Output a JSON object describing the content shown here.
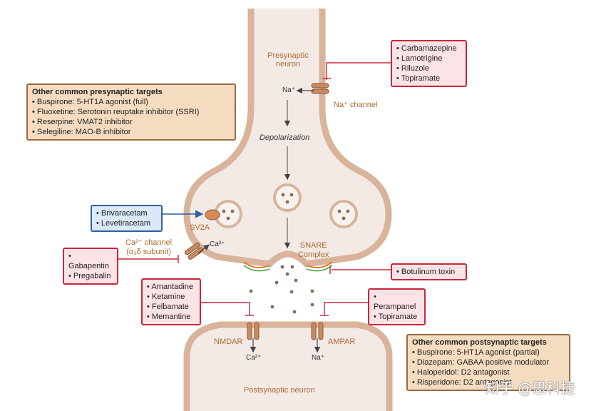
{
  "labels": {
    "presynaptic_neuron": "Presynaptic\nneuron",
    "na_plus_top": "Na⁺",
    "na_channel": "Na⁺ channel",
    "depolarization": "Depolarization",
    "sv2a": "SV2A",
    "ca_channel_1": "Ca²⁺ channel",
    "ca_channel_2": "(α₂δ subunit)",
    "ca_plus_channel": "Ca²⁺",
    "snare_1": "SNARE",
    "snare_2": "Complex",
    "nmdar": "NMDAR",
    "ampar": "AMPAR",
    "ca_plus_bottom": "Ca²⁺",
    "na_plus_bottom": "Na⁺",
    "postsynaptic_neuron": "Postsynaptic neuron"
  },
  "boxes": {
    "na_blockers": [
      "Carbamazepine",
      "Lamotrigine",
      "Riluzole",
      "Topiramate"
    ],
    "presynaptic_targets": {
      "title": "Other common presynaptic targets",
      "items": [
        "Buspirone: 5-HT1A agonist (full)",
        "Fluoxetine: Serotonin reuptake inhibitor (SSRI)",
        "Reserpine: VMAT2 inhibitor",
        "Selegiline: MAO-B inhibitor"
      ]
    },
    "sv2a_drugs": [
      "Brivaracetam",
      "Levetiracetam"
    ],
    "ca_drugs": [
      "Gabapentin",
      "Pregabalin"
    ],
    "snare_drugs": [
      "Botulinum toxin"
    ],
    "nmdar_drugs": [
      "Amantadine",
      "Ketamine",
      "Felbamate",
      "Memantine"
    ],
    "ampar_drugs": [
      "Perampanel",
      "Topiramate"
    ],
    "postsynaptic_targets": {
      "title": "Other common postsynaptic targets",
      "items": [
        "Buspirone: 5-HT1A agonist (partial)",
        "Diazepam: GABAA positive modulator",
        "Haloperidol: D2 antagonist",
        "Risperidone: D2 antagonist"
      ]
    }
  },
  "watermark": "知乎 @思科捷",
  "colors": {
    "membrane": "#d9b49a",
    "cytoplasm": "#f3eae6",
    "inhibit_red": "#c8283c",
    "activate_blue": "#2f5f9e",
    "channel": "#c98a5e"
  }
}
